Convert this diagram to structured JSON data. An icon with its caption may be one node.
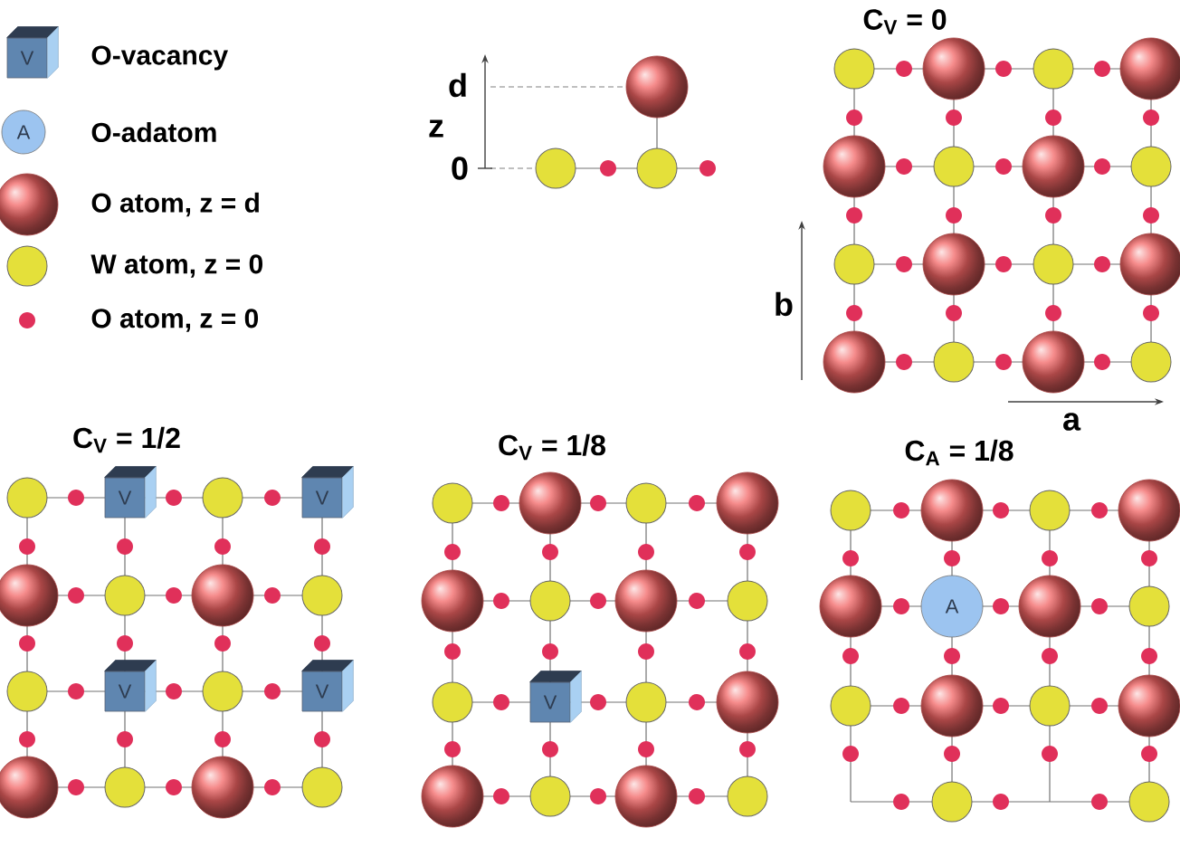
{
  "diagram": {
    "nodes": [
      {
        "text": [
          "V"
        ]
      },
      {
        "text": [
          "A"
        ]
      },
      {
        "text": [
          "V"
        ]
      },
      {
        "text": [
          "V"
        ]
      },
      {
        "text": [
          "V"
        ]
      },
      {
        "text": [
          "V"
        ]
      },
      {
        "text": [
          "V"
        ]
      },
      {
        "text": [
          "A"
        ]
      }
    ],
    "labels": [
      "d",
      "z",
      "0",
      "C$_{V}$ = 0",
      "b",
      "a",
      "C$_{V}$ = 1/2",
      "C$_{V}$ = 1/8",
      "C$_{A}$ = 1/8"
    ],
    "legend": [
      {
        "text": "O-vacancy"
      },
      {
        "text": "O-adatom"
      },
      {
        "text": "O atom, z = d"
      },
      {
        "text": "W atom, z = 0"
      },
      {
        "text": "O atom, z = 0"
      }
    ]
  }
}
